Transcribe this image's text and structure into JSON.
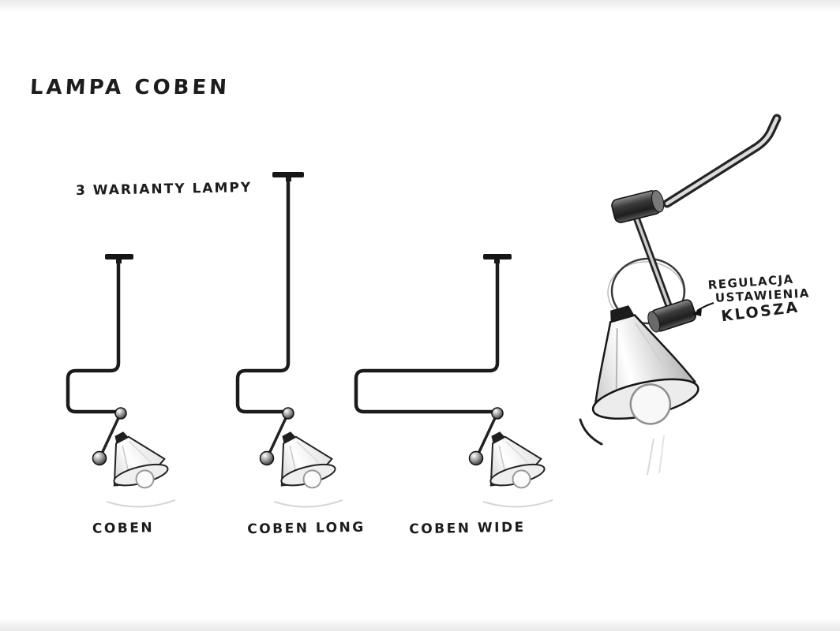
{
  "title": "LAMPA COBEN",
  "subtitle": "3 WARIANTY LAMPY",
  "variants": [
    {
      "id": "coben",
      "label": "COBEN"
    },
    {
      "id": "coben-long",
      "label": "COBEN LONG"
    },
    {
      "id": "coben-wide",
      "label": "COBEN WIDE"
    }
  ],
  "annotation": {
    "lines": [
      "REGULACJA",
      "USTAWIENIA",
      "KLOSZA"
    ]
  },
  "colors": {
    "ink": "#1c1c1c",
    "paper": "#ffffff",
    "pencil_light": "#cfcfcf"
  }
}
